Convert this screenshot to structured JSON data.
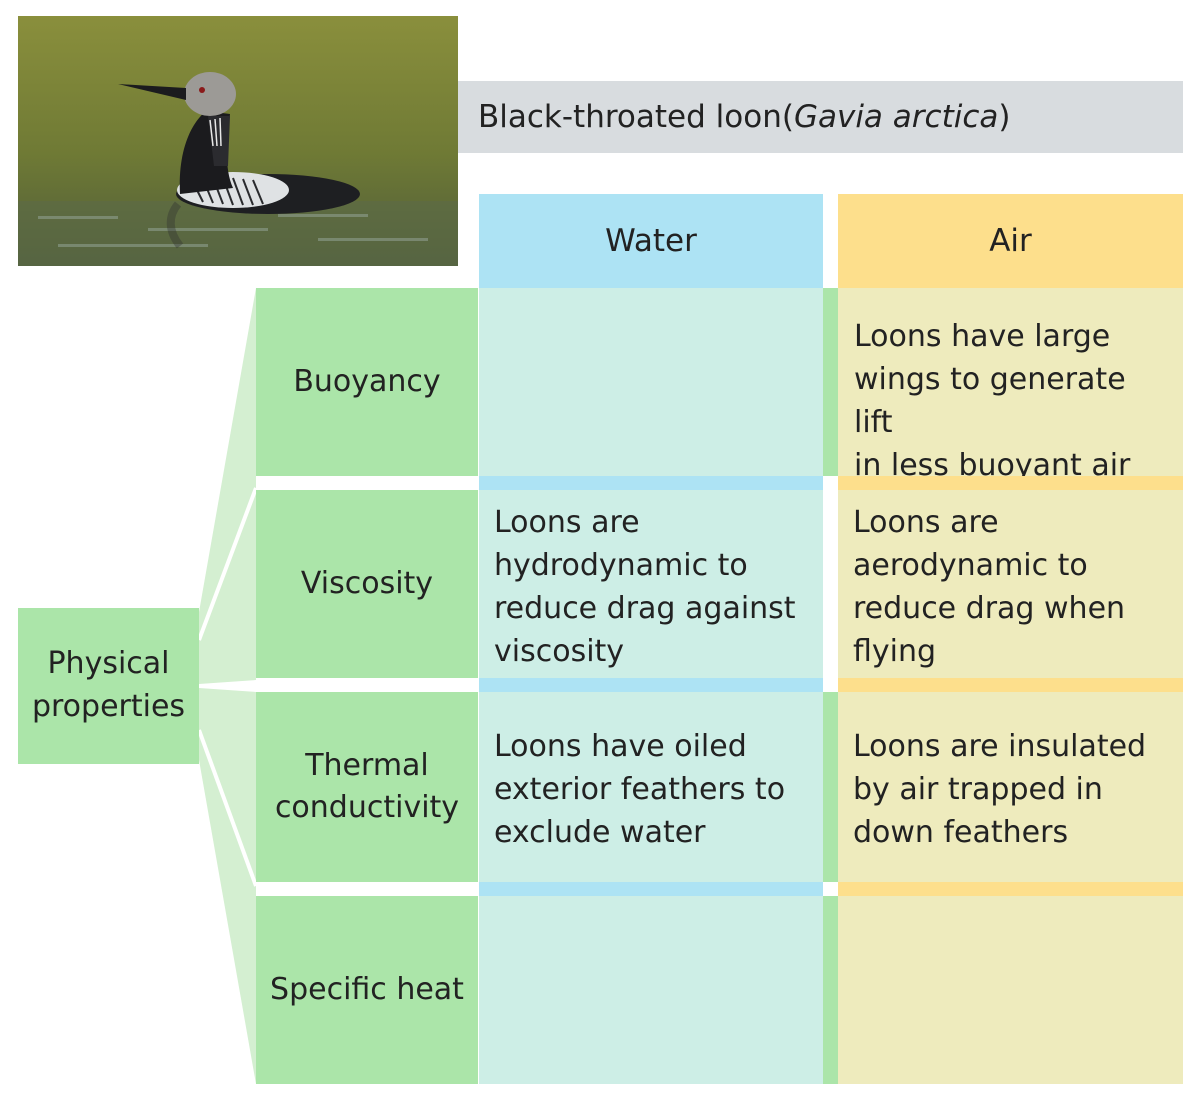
{
  "title": {
    "common_name": "Black-throated loon",
    "open_paren": " (",
    "scientific_name": "Gavia arctica",
    "close_paren": ")"
  },
  "columns": {
    "water": "Water",
    "air": "Air"
  },
  "root_node": {
    "line1": "Physical",
    "line2": "properties"
  },
  "rows": [
    {
      "label": [
        "Buoyancy"
      ],
      "water": [],
      "air": [
        "Loons have large",
        "wings to generate lift",
        "in less buoyant air"
      ]
    },
    {
      "label": [
        "Viscosity"
      ],
      "water": [
        "Loons are",
        "hydrodynamic to",
        "reduce drag against",
        "viscosity"
      ],
      "air": [
        "Loons are",
        "aerodynamic to",
        "reduce drag when",
        "flying"
      ]
    },
    {
      "label": [
        "Thermal",
        "conductivity"
      ],
      "water": [
        "Loons have oiled",
        "exterior feathers to",
        "exclude water"
      ],
      "air": [
        "Loons are insulated",
        "by air trapped in",
        "down feathers"
      ]
    },
    {
      "label": [
        "Specific heat"
      ],
      "water": [],
      "air": []
    }
  ],
  "colors": {
    "green": "#abe5a9",
    "light_green": "#d4efd1",
    "blue": "#ade3f4",
    "light_blue": "#cdeee6",
    "yellow": "#fddf8c",
    "light_yellow": "#eeebbd",
    "grey": "#d8dcdf"
  }
}
